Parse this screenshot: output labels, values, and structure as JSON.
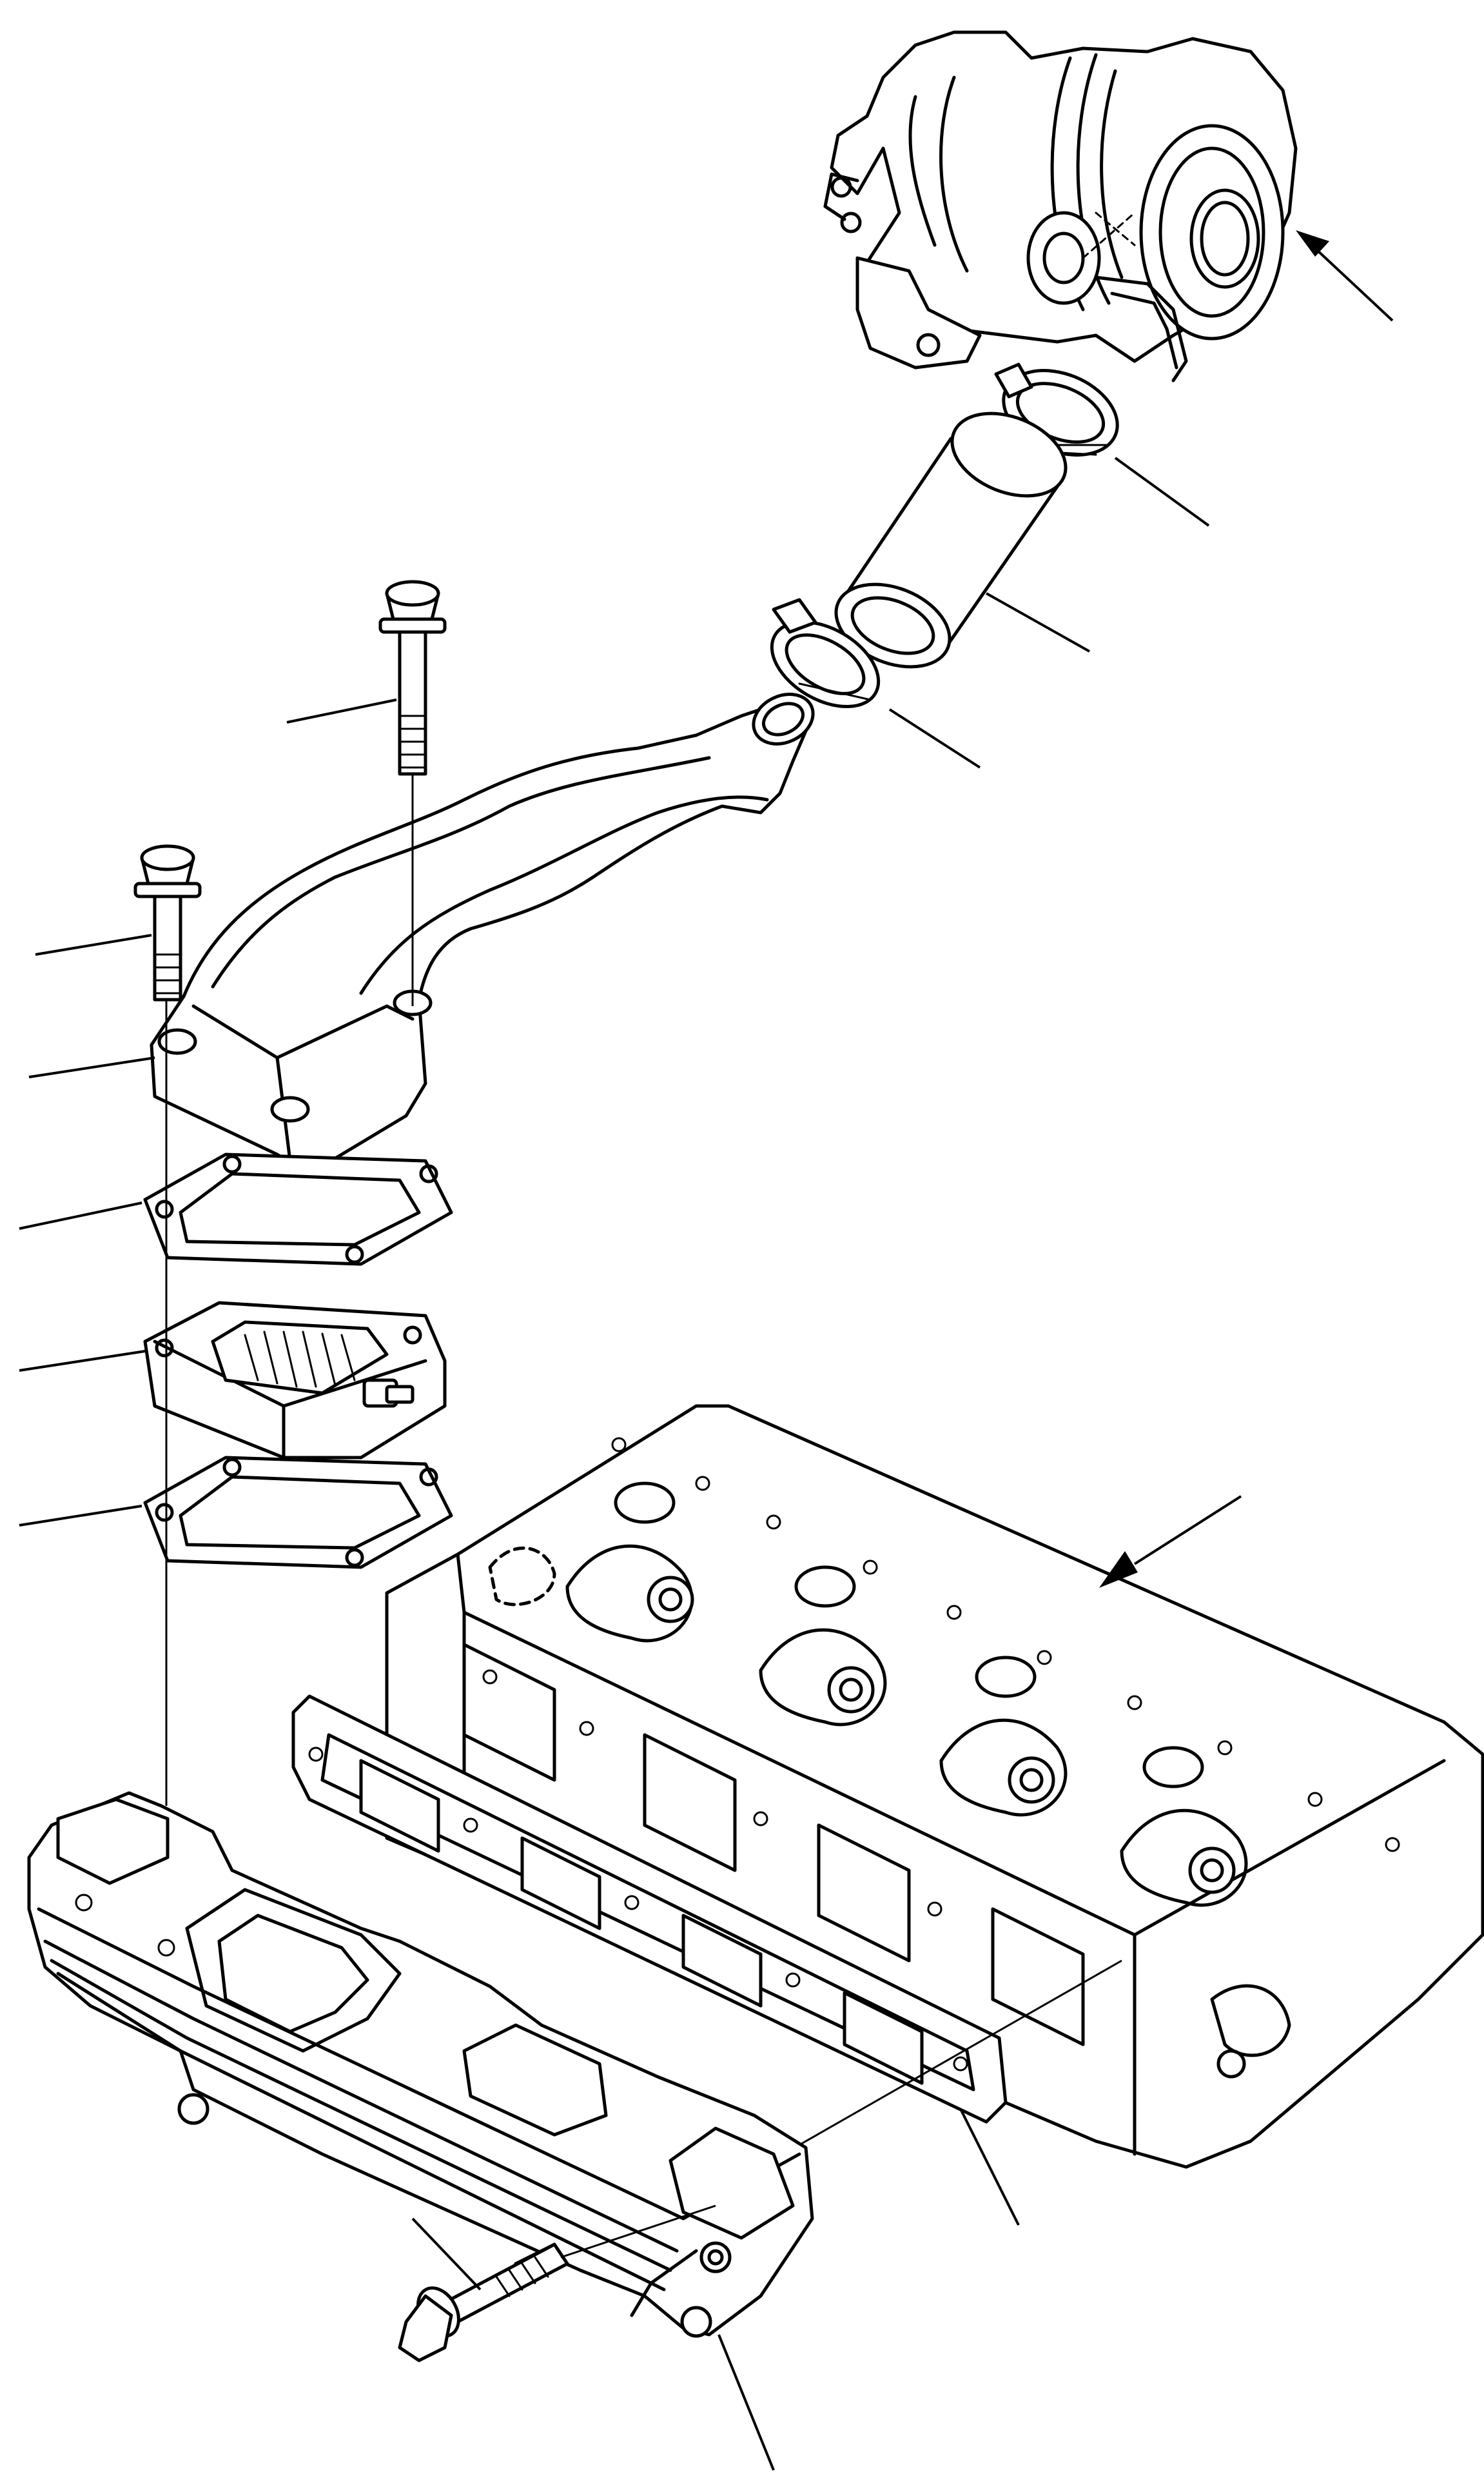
{
  "parts": [
    {
      "id": "turbocharger",
      "icon": "turbocharger-icon"
    },
    {
      "id": "hose-clamp-upper",
      "icon": "hose-clamp-icon"
    },
    {
      "id": "rubber-hose",
      "icon": "hose-icon"
    },
    {
      "id": "hose-clamp-lower",
      "icon": "hose-clamp-icon"
    },
    {
      "id": "bolt-long",
      "icon": "bolt-icon"
    },
    {
      "id": "bolt-short",
      "icon": "bolt-icon"
    },
    {
      "id": "intake-elbow-pipe",
      "icon": "pipe-icon"
    },
    {
      "id": "gasket-upper",
      "icon": "gasket-icon"
    },
    {
      "id": "intake-air-heater",
      "icon": "heater-icon"
    },
    {
      "id": "gasket-lower",
      "icon": "gasket-icon"
    },
    {
      "id": "cylinder-head",
      "icon": "cylinder-head-icon"
    },
    {
      "id": "manifold-gasket",
      "icon": "gasket-icon"
    },
    {
      "id": "intake-manifold",
      "icon": "manifold-icon"
    },
    {
      "id": "manifold-bolt",
      "icon": "bolt-icon"
    }
  ],
  "labels": []
}
